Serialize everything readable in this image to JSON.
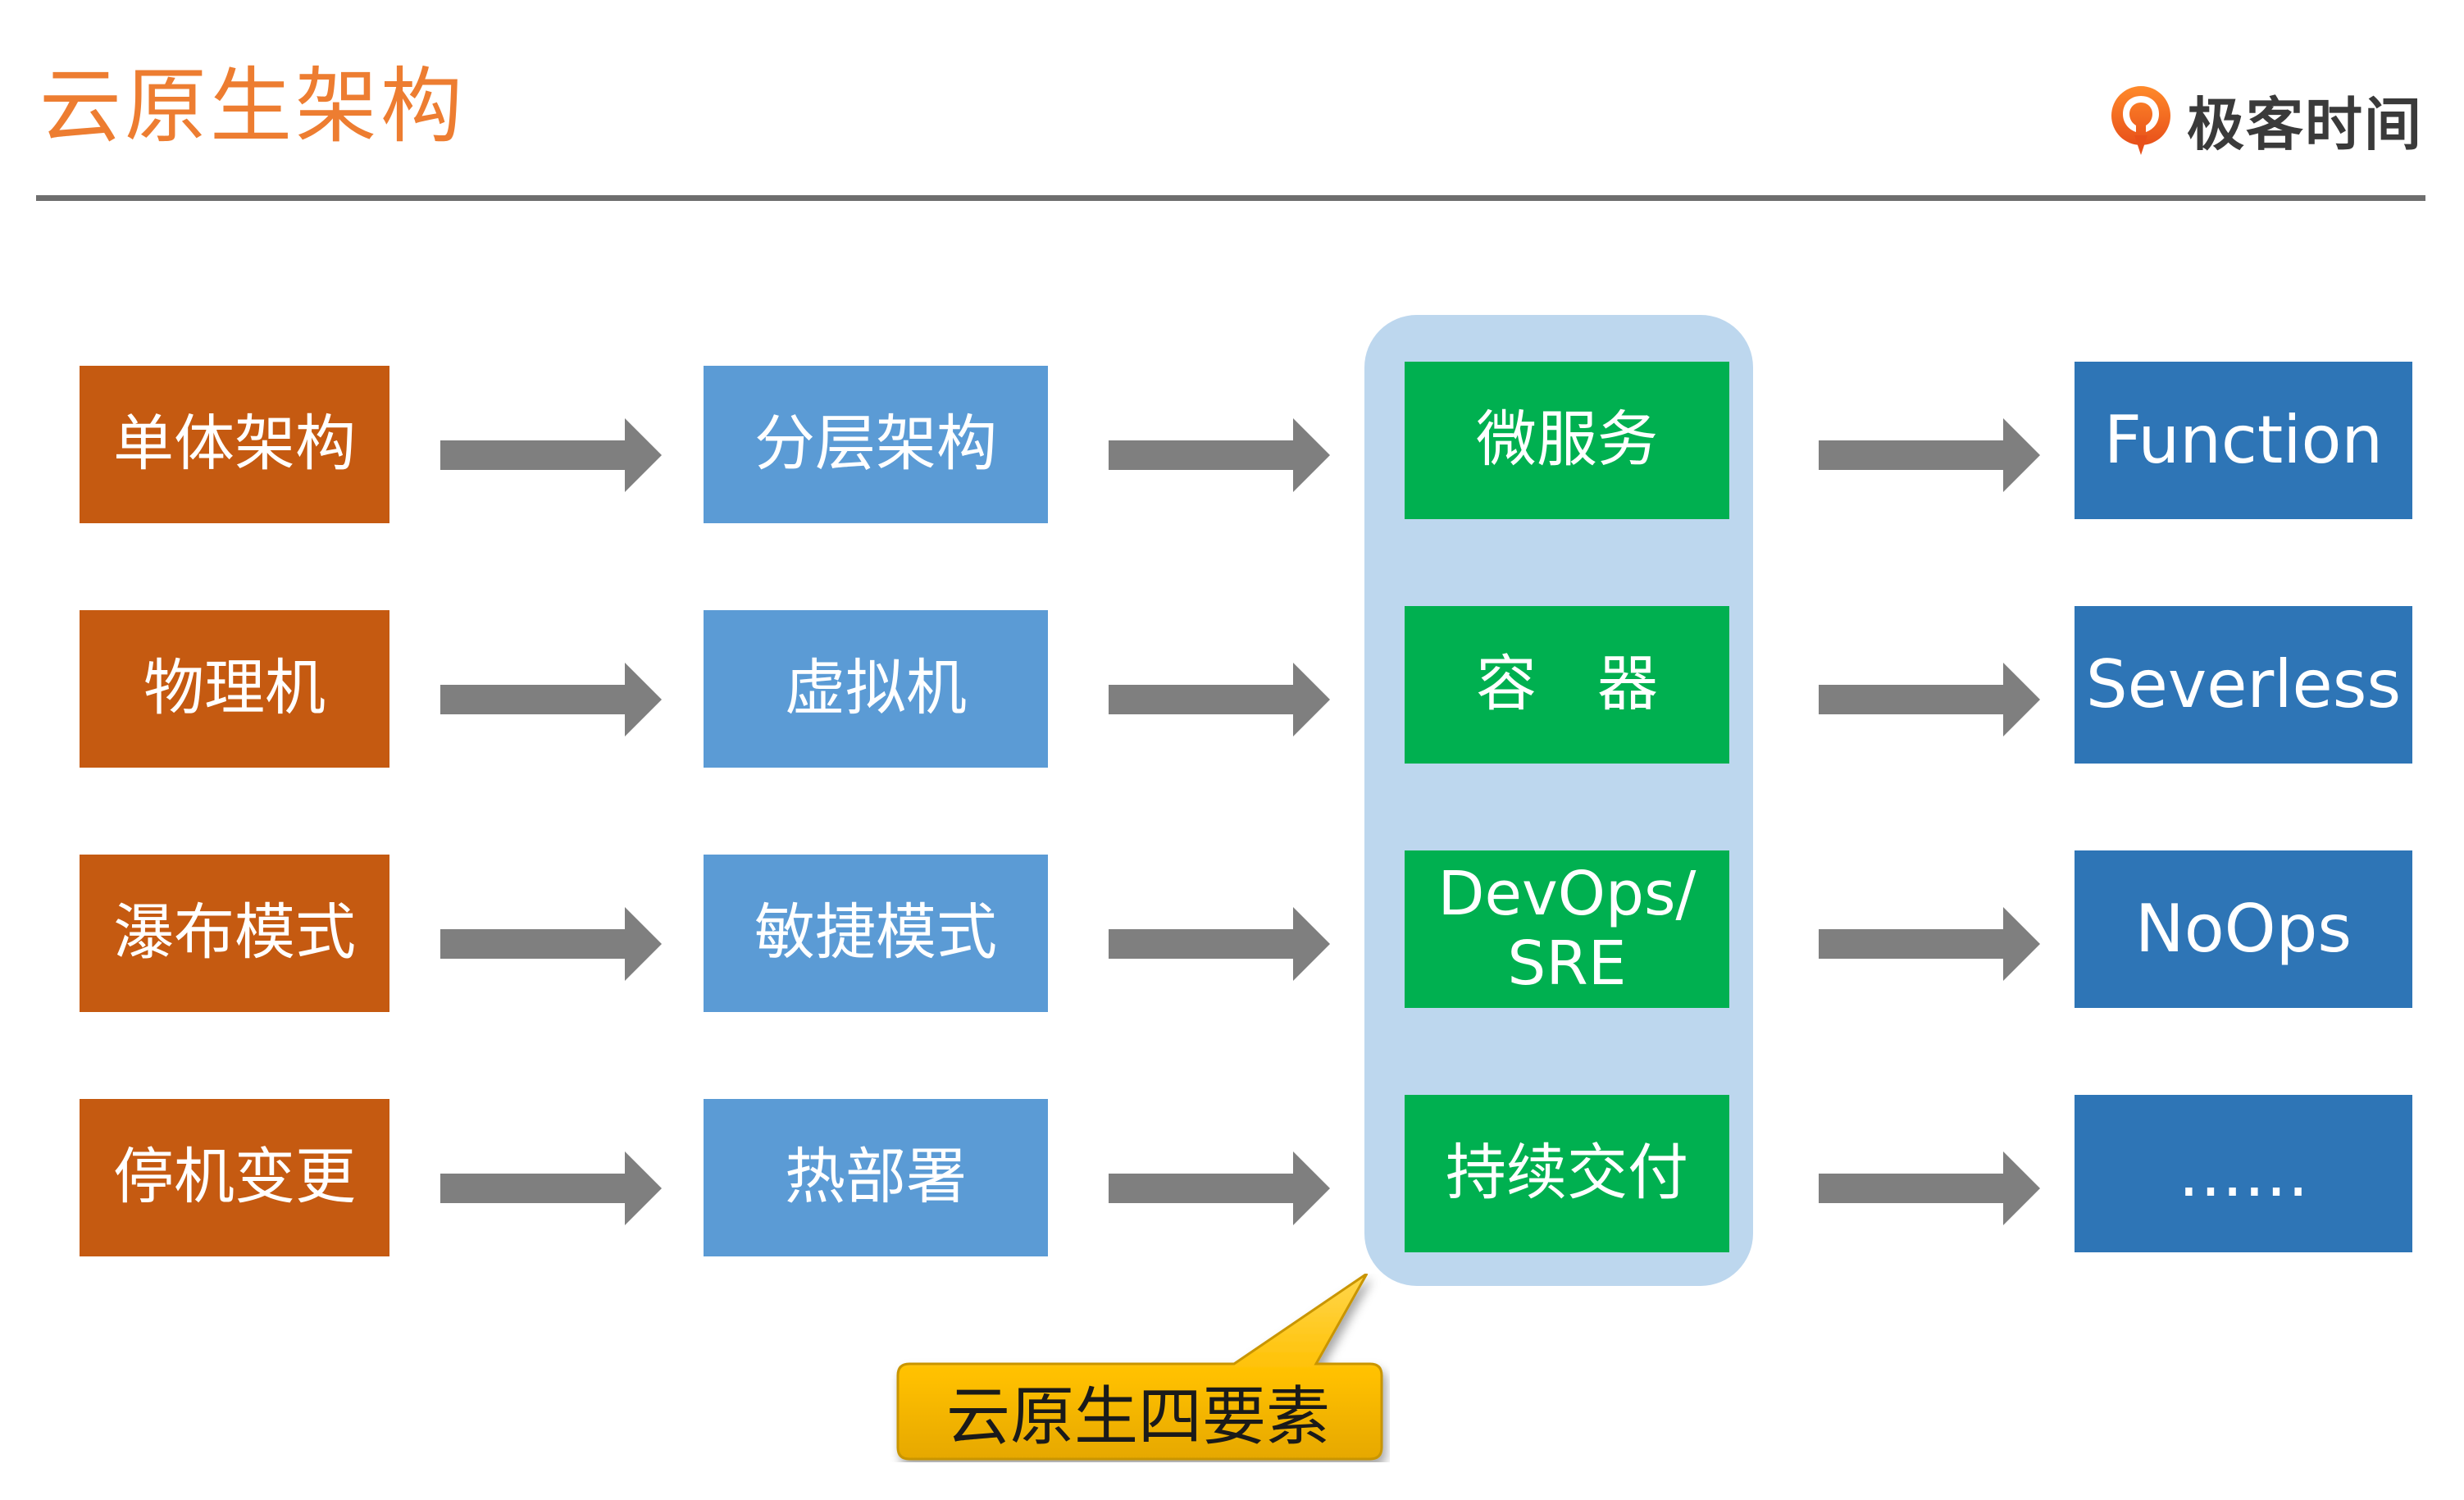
{
  "header": {
    "title": "云原生架构",
    "brand_name": "极客时间",
    "brand_icon": "geektime-logo-icon"
  },
  "colors": {
    "title": "#ed7d31",
    "rule": "#6e6e6e",
    "legacy_box": "#c55a11",
    "transition_box": "#5b9bd5",
    "cloud_native_box": "#00b050",
    "future_box": "#2e75b6",
    "group_background": "#bdd7ee",
    "arrow": "#7f7f7f",
    "callout": "#ffc000"
  },
  "diagram": {
    "rows": [
      {
        "legacy": "单体架构",
        "transition": "分层架构",
        "cloud_native": "微服务",
        "future": "Function"
      },
      {
        "legacy": "物理机",
        "transition": "虚拟机",
        "cloud_native": "容　器",
        "future": "Severless"
      },
      {
        "legacy": "瀑布模式",
        "transition": "敏捷模式",
        "cloud_native": "DevOps/\nSRE",
        "future": "NoOps"
      },
      {
        "legacy": "停机变更",
        "transition": "热部署",
        "cloud_native": "持续交付",
        "future": "……"
      }
    ],
    "callout": "云原生四要素"
  }
}
